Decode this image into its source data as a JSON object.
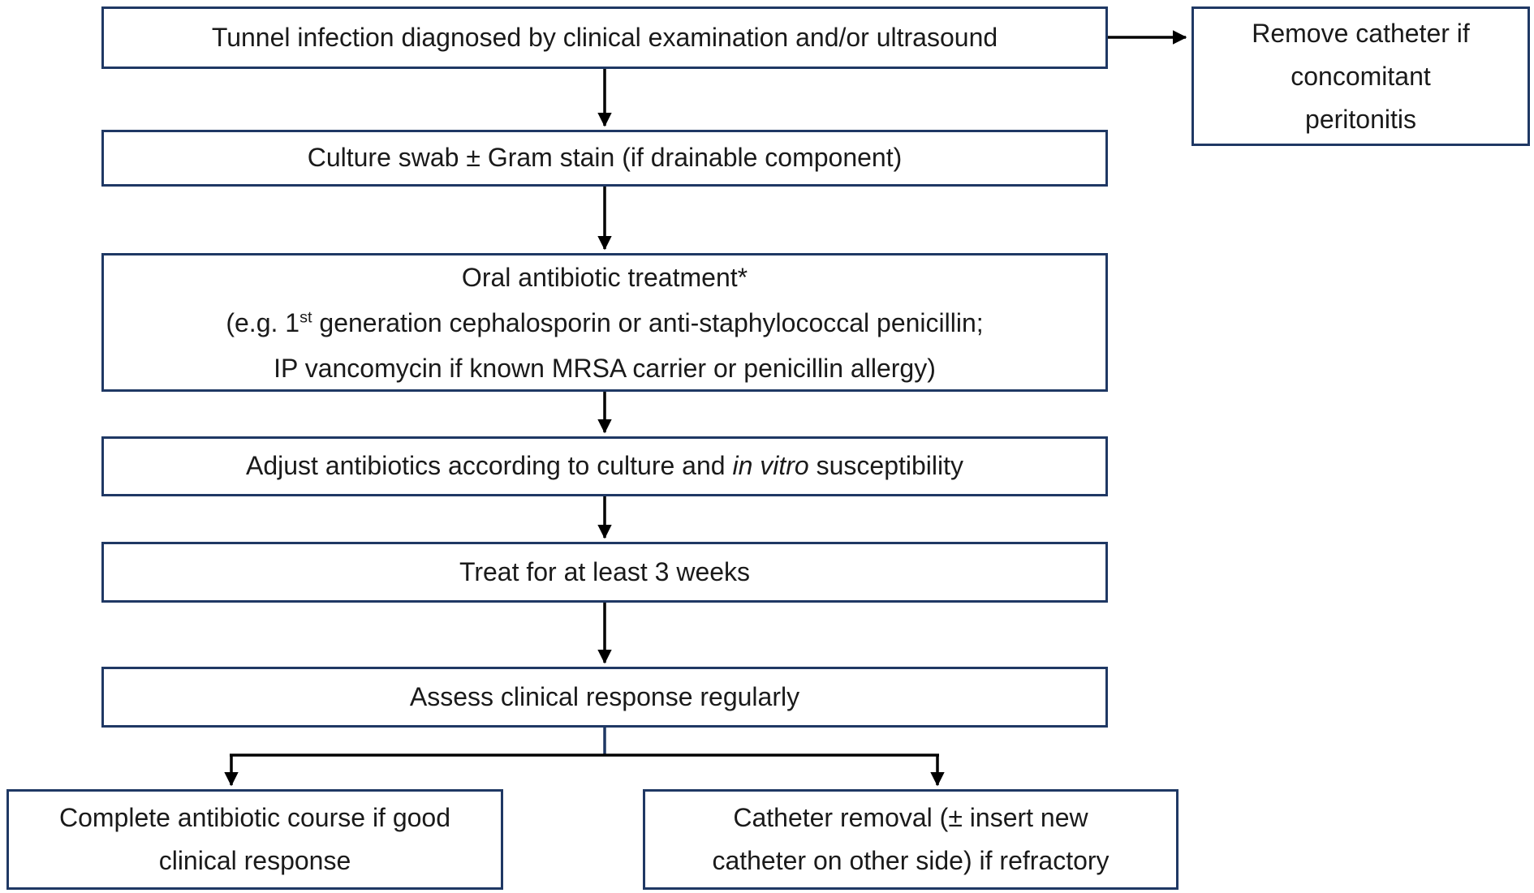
{
  "diagram": {
    "colors": {
      "box_border": "#1f3864",
      "connector": "#000000",
      "branch_stub": "#1f3864",
      "text": "#1a1a1a",
      "background": "#ffffff"
    },
    "boxes": {
      "tunnel": {
        "text": "Tunnel infection diagnosed by clinical examination and/or ultrasound"
      },
      "remove_catheter": {
        "lines": [
          "Remove catheter if",
          "concomitant",
          "peritonitis"
        ]
      },
      "culture_swab": {
        "text": "Culture swab ± Gram stain (if drainable component)"
      },
      "oral_antibiotic": {
        "line1": "Oral antibiotic treatment*",
        "line2_pre": "(e.g. 1",
        "line2_sup": "st",
        "line2_post": " generation cephalosporin or anti-staphylococcal penicillin;",
        "line3": "IP vancomycin if known MRSA carrier or penicillin allergy)"
      },
      "adjust_antibiotics": {
        "pre": "Adjust antibiotics according to culture and ",
        "italic": "in vitro",
        "post": " susceptibility"
      },
      "treat_duration": {
        "text": "Treat for at least 3 weeks"
      },
      "assess_response": {
        "text": "Assess clinical response regularly"
      },
      "complete_course": {
        "lines": [
          "Complete antibiotic course if good",
          "clinical response"
        ]
      },
      "catheter_removal": {
        "lines": [
          "Catheter removal (± insert new",
          "catheter on other side) if refractory"
        ]
      }
    }
  }
}
